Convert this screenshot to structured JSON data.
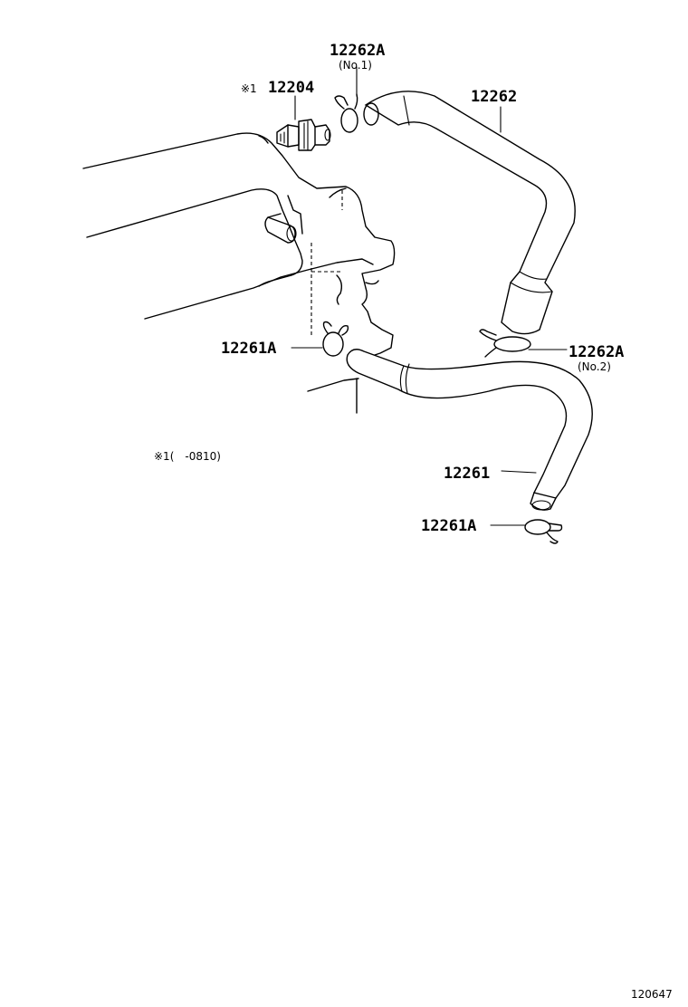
{
  "labels": {
    "clamp_no1_part": "12262A",
    "clamp_no1_sub": "(No.1)",
    "pcv_valve_mark": "※1",
    "pcv_valve_part": "12204",
    "upper_hose_part": "12262",
    "lower_clamp_left_part": "12261A",
    "clamp_no2_part": "12262A",
    "clamp_no2_sub": "(No.2)",
    "lower_hose_part": "12261",
    "bottom_clamp_part": "12261A",
    "footnote": "※1(　-0810)",
    "diagram_id": "120647"
  }
}
